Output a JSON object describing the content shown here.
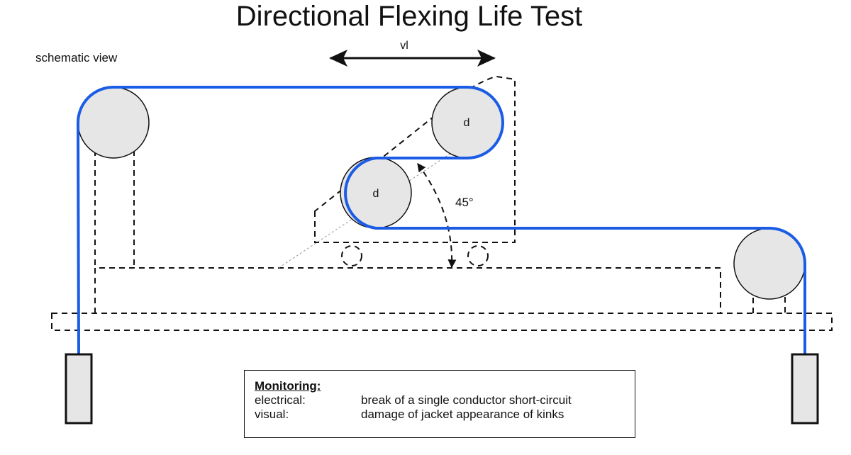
{
  "title": "Directional Flexing Life Test",
  "view_label": "schematic view",
  "stroke_label": "vl",
  "pulley_upper_label": "d",
  "pulley_lower_label": "d",
  "angle_label": "45°",
  "monitoring": {
    "heading": "Monitoring:",
    "rows": [
      {
        "key": "electrical:",
        "value": "break of a single conductor short-circuit"
      },
      {
        "key": "visual:",
        "value": "damage of jacket appearance of kinks"
      }
    ]
  },
  "colors": {
    "cable": "#1a5ce6",
    "pulley_fill": "#e6e6e6",
    "outline": "#111111"
  }
}
